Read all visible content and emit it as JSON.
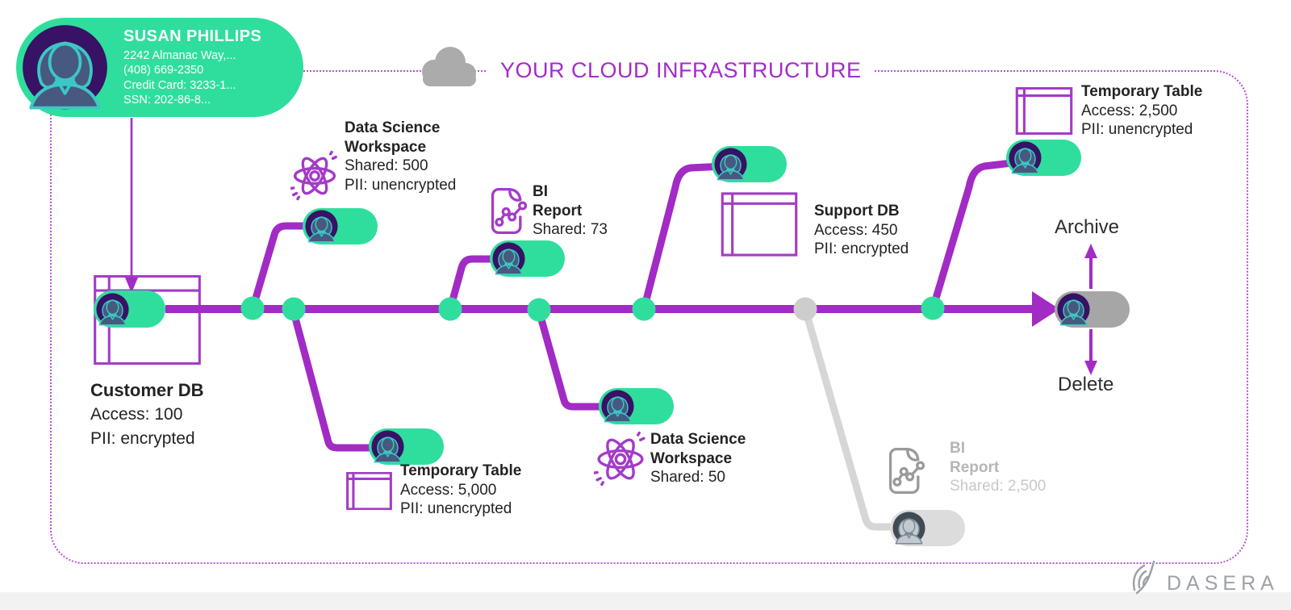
{
  "header": {
    "title": "YOUR CLOUD INFRASTRUCTURE"
  },
  "user_card": {
    "name": "SUSAN PHILLIPS",
    "address": "2242 Almanac Way,...",
    "phone": "(408) 669-2350",
    "credit_card": "Credit Card: 3233-1...",
    "ssn": "SSN: 202-86-8..."
  },
  "nodes": {
    "customer_db": {
      "title": "Customer DB",
      "access": "Access: 100",
      "pii": "PII: encrypted"
    },
    "ds_top": {
      "title": "Data Science Workspace",
      "shared": "Shared: 500",
      "pii": "PII: unencrypted"
    },
    "bi_top": {
      "title": "BI Report",
      "shared": "Shared: 73"
    },
    "support_db": {
      "title": "Support DB",
      "access": "Access: 450",
      "pii": "PII: encrypted"
    },
    "temp_table_top": {
      "title": "Temporary Table",
      "access": "Access: 2,500",
      "pii": "PII: unencrypted"
    },
    "temp_table_bottom": {
      "title": "Temporary Table",
      "access": "Access: 5,000",
      "pii": "PII: unencrypted"
    },
    "ds_bottom": {
      "title": "Data Science Workspace",
      "shared": "Shared: 50"
    },
    "bi_bottom": {
      "title": "BI Report",
      "shared": "Shared: 2,500"
    }
  },
  "actions": {
    "archive": "Archive",
    "delete": "Delete"
  },
  "brand": {
    "name": "DASERA"
  },
  "colors": {
    "green": "#2fde9d",
    "flow_purple": "#a12bc4",
    "icon_purple": "#a43bc8",
    "title_purple": "#a32cc8",
    "border_dots": "#bb4fd4",
    "gray": "#ababab",
    "gray_flow": "#d6d6d6"
  }
}
